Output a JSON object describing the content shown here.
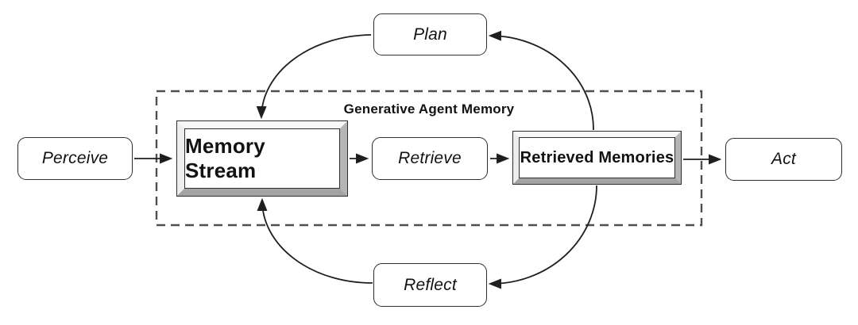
{
  "diagram": {
    "container_label": "Generative Agent Memory",
    "nodes": {
      "perceive": {
        "label": "Perceive",
        "shape": "rounded"
      },
      "plan": {
        "label": "Plan",
        "shape": "rounded"
      },
      "memory_stream": {
        "label": "Memory Stream",
        "shape": "beveled-frame"
      },
      "retrieve": {
        "label": "Retrieve",
        "shape": "rounded"
      },
      "retrieved_memories": {
        "label": "Retrieved Memories",
        "shape": "beveled-frame"
      },
      "act": {
        "label": "Act",
        "shape": "rounded"
      },
      "reflect": {
        "label": "Reflect",
        "shape": "rounded"
      }
    },
    "edges": [
      {
        "from": "Perceive",
        "to": "Memory Stream",
        "style": "straight"
      },
      {
        "from": "Memory Stream",
        "to": "Retrieve",
        "style": "straight"
      },
      {
        "from": "Retrieve",
        "to": "Retrieved Memories",
        "style": "straight"
      },
      {
        "from": "Retrieved Memories",
        "to": "Act",
        "style": "straight"
      },
      {
        "from": "Retrieved Memories",
        "to": "Plan",
        "style": "curved"
      },
      {
        "from": "Plan",
        "to": "Memory Stream",
        "style": "curved"
      },
      {
        "from": "Retrieved Memories",
        "to": "Reflect",
        "style": "curved"
      },
      {
        "from": "Reflect",
        "to": "Memory Stream",
        "style": "curved"
      }
    ]
  },
  "colors": {
    "background": "#ffffff",
    "line": "#1f1f1f",
    "box-border": "#2e2e2e",
    "dashed-border": "#4f4f4f",
    "text": "#121212",
    "bevel-top": "#f7f7f7",
    "bevel-left": "#ededed",
    "bevel-right": "#b5b5b5",
    "bevel-bottom": "#a3a3a3"
  }
}
